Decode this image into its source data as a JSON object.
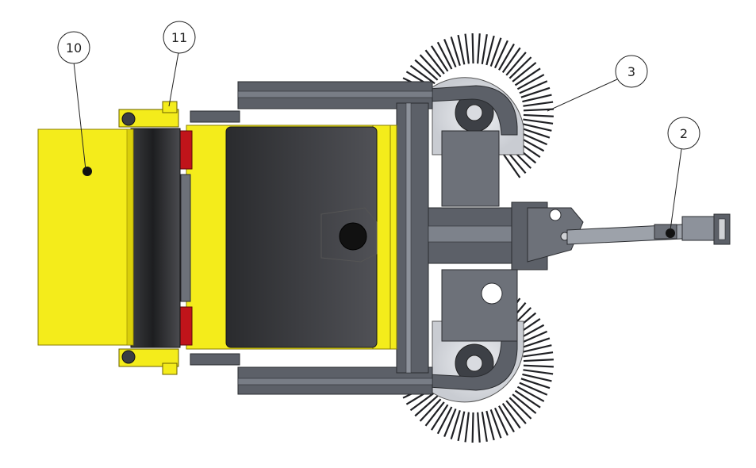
{
  "callouts": [
    {
      "id": "c10",
      "label": "10"
    },
    {
      "id": "c11",
      "label": "11"
    },
    {
      "id": "c3",
      "label": "3"
    },
    {
      "id": "c2",
      "label": "2"
    }
  ],
  "colors": {
    "yellow": "#f4ec1b",
    "yellowDark": "#b8a800",
    "steel": "#5c6068",
    "steelDark": "#3a3d43",
    "steelLight": "#8d929b",
    "belt": "#2b2c2f",
    "red": "#c0141a",
    "bristle": "#1f2024"
  }
}
